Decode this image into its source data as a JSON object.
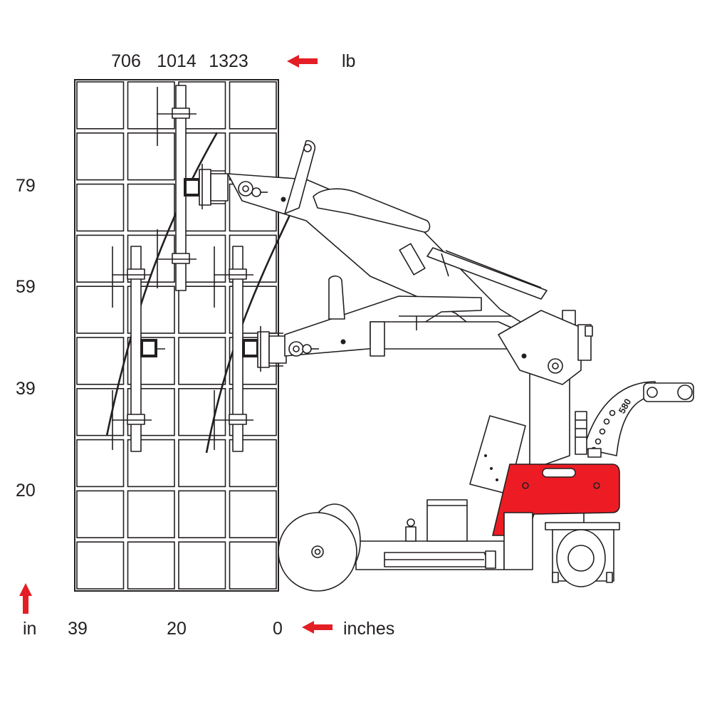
{
  "load_axis": {
    "values": [
      "706",
      "1014",
      "1323"
    ],
    "unit": "lb"
  },
  "height_axis": {
    "values": [
      "79",
      "59",
      "39",
      "20"
    ],
    "unit": "in"
  },
  "reach_axis": {
    "values": [
      "39",
      "20",
      "0"
    ],
    "unit": "inches"
  },
  "machine": {
    "model_badge": "580",
    "accent_color": "#e31e24",
    "body_color": "#ed1c24",
    "line_color": "#231f20"
  },
  "icons": {
    "load_arrow": "arrow-left-icon",
    "reach_arrow": "arrow-left-icon",
    "height_arrow": "arrow-up-icon"
  }
}
